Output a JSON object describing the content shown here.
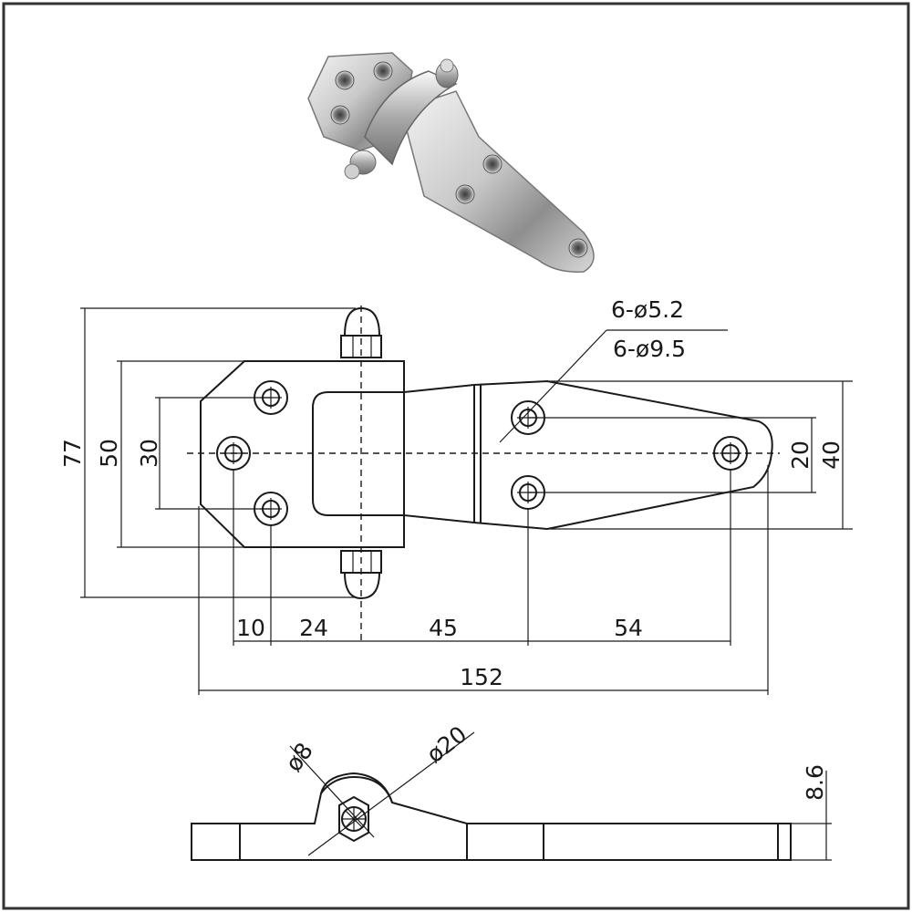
{
  "drawing": {
    "dimensions": {
      "overall_height": "77",
      "leaf_height": "50",
      "hole_spacing_left": "30",
      "hole_spacing_right": "20",
      "right_leaf_height": "40",
      "offset_10": "10",
      "offset_24": "24",
      "offset_45": "45",
      "offset_54": "54",
      "overall_length": "152",
      "pin_diameter": "ø8",
      "knuckle_diameter": "ø20",
      "thickness": "8.6"
    },
    "callouts": {
      "hole_spec_1": "6-ø5.2",
      "hole_spec_2": "6-ø9.5"
    }
  },
  "colors": {
    "line": "#1a1a1a",
    "frame": "#333333",
    "background": "#ffffff"
  }
}
